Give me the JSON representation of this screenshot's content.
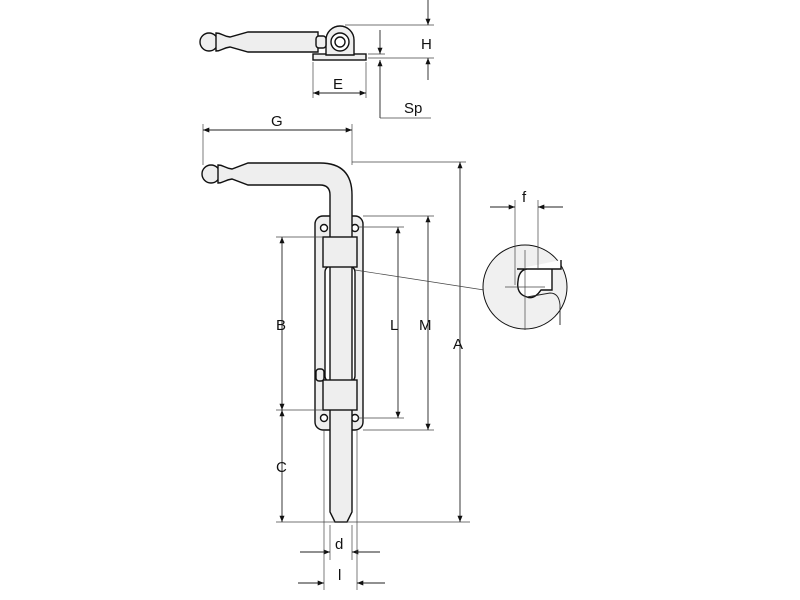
{
  "labels": {
    "H": "H",
    "E": "E",
    "Sp": "Sp",
    "G": "G",
    "A": "A",
    "B": "B",
    "C": "C",
    "L": "L",
    "M": "M",
    "f": "f",
    "d": "d",
    "l": "l"
  }
}
